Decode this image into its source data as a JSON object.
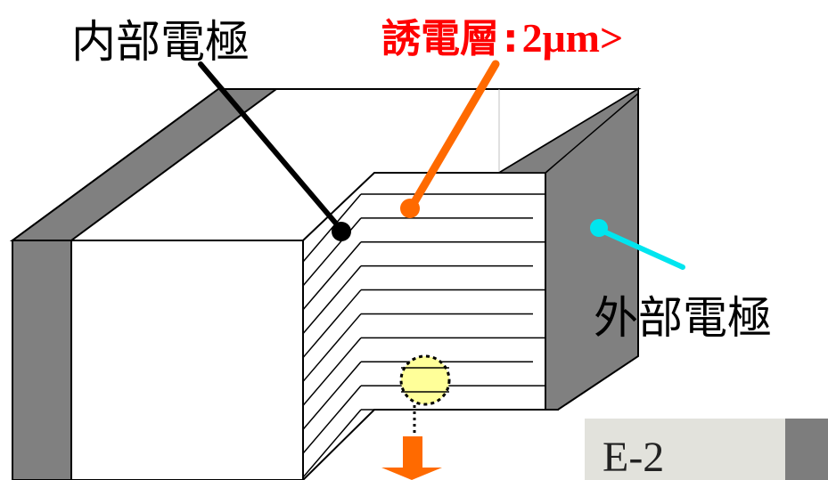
{
  "labels": {
    "internal_electrode": "内部電極",
    "external_electrode": "外部電極",
    "dielectric_layer": {
      "name": "誘電層",
      "separator": ":",
      "value": "2μm>"
    }
  },
  "inset_photo": {
    "caption": "E-2"
  },
  "colors": {
    "dielectric_label": "#ff0000",
    "internal_label": "#000000",
    "external_label": "#000000",
    "dielectric_pointer": "#ff6a00",
    "internal_pointer": "#000000",
    "external_pointer": "#00e5ef",
    "electrode_face": "#808080",
    "highlight_circle": "#ffff99",
    "zoom_arrow": "#ff6a00"
  }
}
